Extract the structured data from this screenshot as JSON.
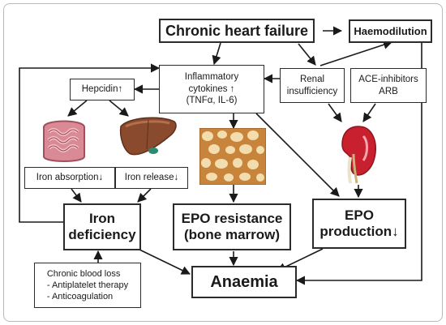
{
  "nodes": {
    "chf": "Chronic heart failure",
    "haemodilution": "Haemodilution",
    "cytokines": [
      "Inflammatory",
      "cytokines ↑",
      "(TNFα, IL-6)"
    ],
    "renal": [
      "Renal",
      "insufficiency"
    ],
    "ace": [
      "ACE-inhibitors",
      "ARB"
    ],
    "hepcidin": "Hepcidin↑",
    "iron_absorption": "Iron absorption↓",
    "iron_release": "Iron release↓",
    "iron_deficiency": [
      "Iron",
      "deficiency"
    ],
    "epo_resistance": [
      "EPO resistance",
      "(bone marrow)"
    ],
    "epo_production": [
      "EPO",
      "production↓"
    ],
    "blood_loss": [
      "Chronic blood loss",
      "- Antiplatelet therapy",
      "- Anticoagulation"
    ],
    "anaemia": "Anaemia"
  },
  "images": {
    "intestine": "intestine-illustration",
    "liver": "liver-illustration",
    "bone_marrow": "bone-marrow-illustration",
    "kidney": "kidney-illustration"
  },
  "colors": {
    "line": "#1a1a1a",
    "frame": "#b9b9b9",
    "box_border": "#2b2b2b"
  }
}
